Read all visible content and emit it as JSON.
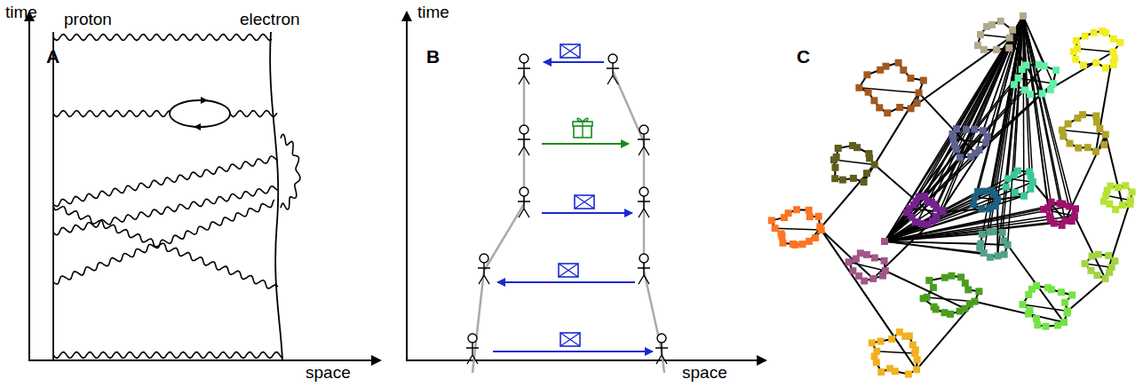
{
  "diagram": {
    "labels": [
      "time",
      "proton",
      "electron",
      "A",
      "space",
      "time",
      "B",
      "space",
      "C"
    ]
  }
}
